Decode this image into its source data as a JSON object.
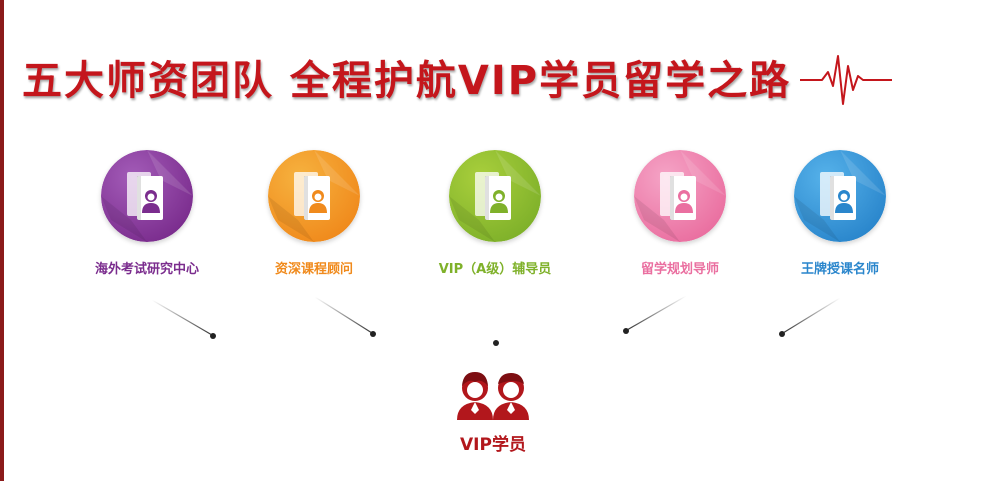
{
  "headline": "五大师资团队  全程护航VIP学员留学之路",
  "icons": {
    "pulse": "heartbeat-pulse-icon",
    "book": "book-with-person-icon",
    "student": "two-people-icon"
  },
  "colors": {
    "headline": "#c4161c",
    "accent_bar": "#8b1a1a",
    "connector": "#333333",
    "student": "#b2171c"
  },
  "team": [
    {
      "label": "海外考试研究中心",
      "color": "#7b2d8e",
      "color_light": "#a35cb8"
    },
    {
      "label": "资深课程顾问",
      "color": "#f08a1c",
      "color_light": "#f6b23f"
    },
    {
      "label": "VIP（A级）辅导员",
      "color": "#7fb12a",
      "color_light": "#a9cf3c"
    },
    {
      "label": "留学规划导师",
      "color": "#ea6fa0",
      "color_light": "#f5a4c6"
    },
    {
      "label": "王牌授课名师",
      "color": "#2a86cc",
      "color_light": "#56b2ea"
    }
  ],
  "student": {
    "label": "VIP学员"
  }
}
